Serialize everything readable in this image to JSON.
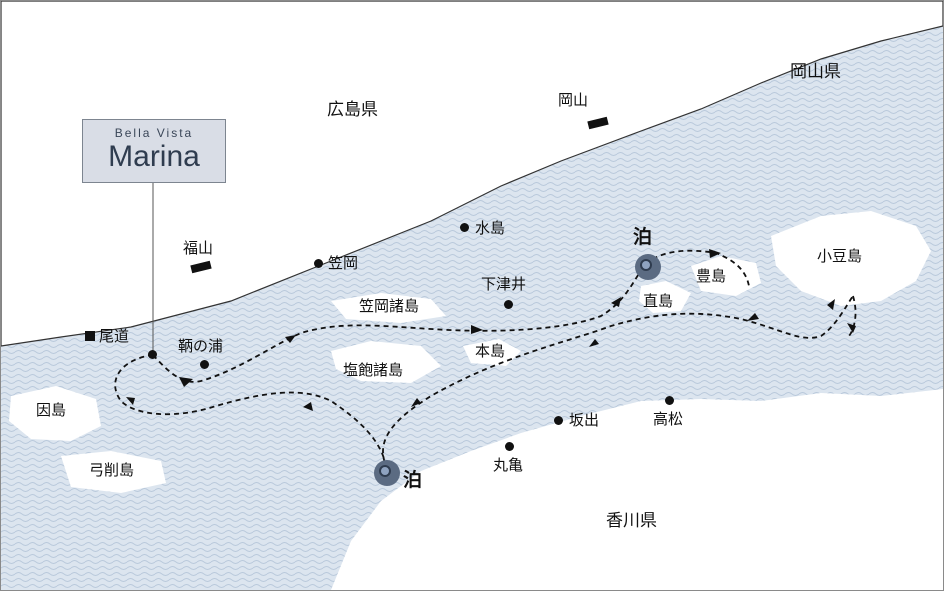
{
  "logo": {
    "line1": "Bella Vista",
    "line2": "Marina"
  },
  "colors": {
    "sea": "#dce5ef",
    "land": "#ffffff",
    "route": "#111111",
    "port": "#5b6b82",
    "logo_bg": "#d9dde6"
  },
  "labels": {
    "hiroshima": "広島県",
    "okayama_pref": "岡山県",
    "kagawa": "香川県",
    "okayama": "岡山",
    "fukuyama": "福山",
    "onomichi": "尾道",
    "tomonoura": "鞆の浦",
    "kasaoka": "笠岡",
    "mizushima": "水島",
    "shimotsui": "下津井",
    "kasaoka_islands": "笠岡諸島",
    "shiwaku_islands": "塩飽諸島",
    "honjima": "本島",
    "naoshima": "直島",
    "teshima": "豊島",
    "shodoshima": "小豆島",
    "sakaide": "坂出",
    "takamatsu": "高松",
    "marugame": "丸亀",
    "innoshima": "因島",
    "yugeshima": "弓削島",
    "stay_1": "泊",
    "stay_2": "泊"
  }
}
